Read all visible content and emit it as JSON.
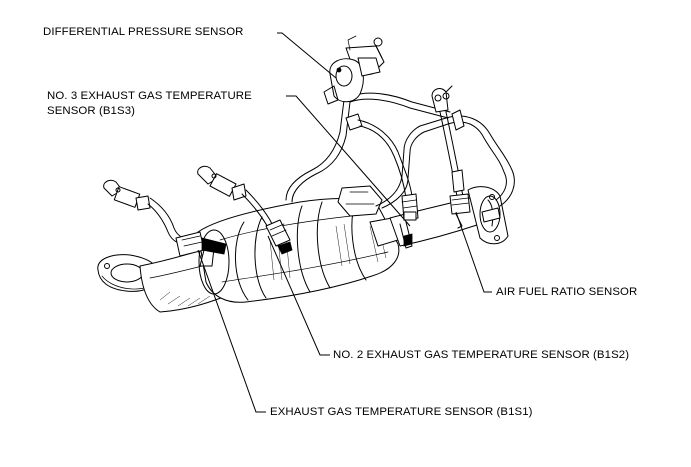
{
  "labels": {
    "differential_pressure_sensor": "DIFFERENTIAL PRESSURE SENSOR",
    "no3_line1": "NO. 3 EXHAUST GAS TEMPERATURE",
    "no3_line2": "SENSOR (B1S3)",
    "air_fuel_ratio_sensor": "AIR FUEL RATIO SENSOR",
    "no2_sensor": "NO. 2 EXHAUST GAS TEMPERATURE SENSOR (B1S2)",
    "b1s1_sensor": "EXHAUST GAS TEMPERATURE SENSOR (B1S1)"
  }
}
